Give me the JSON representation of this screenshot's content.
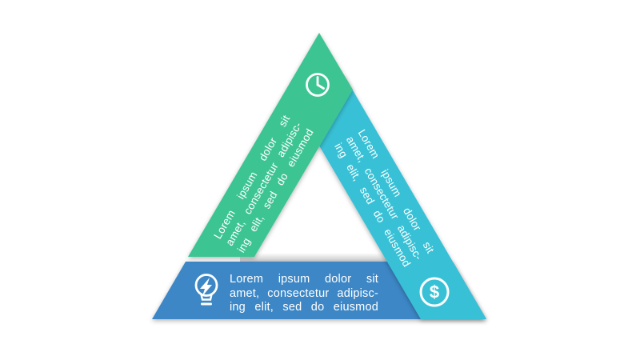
{
  "infographic": {
    "type": "triangle-ribbon-diagram",
    "background_color": "#ffffff",
    "text_color": "#ffffff",
    "segments": [
      {
        "id": "segment-time",
        "position": "left",
        "color": "#3EC493",
        "icon": "clock-icon",
        "lines": [
          "Lorem  ipsum  dolor  sit",
          "amet, consectetur adipisc-",
          "ing elit, sed do eiusmod"
        ]
      },
      {
        "id": "segment-money",
        "position": "right",
        "color": "#39C1D6",
        "icon": "dollar-icon",
        "lines": [
          "Lorem  ipsum  dolor  sit",
          "amet, consectetur adipisc-",
          "ing elit, sed do eiusmod"
        ]
      },
      {
        "id": "segment-idea",
        "position": "bottom",
        "color": "#3E87C6",
        "icon": "lightbulb-bolt-icon",
        "lines": [
          "Lorem  ipsum  dolor  sit",
          "amet, consectetur adipisc-",
          "ing elit, sed do eiusmod"
        ]
      }
    ],
    "icons": {
      "dollar_symbol": "$"
    }
  }
}
